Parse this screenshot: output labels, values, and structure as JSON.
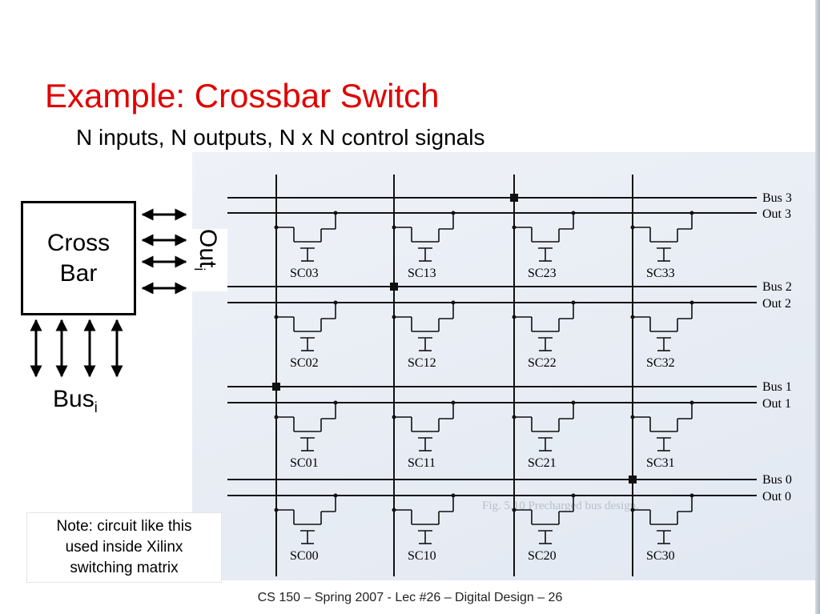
{
  "slide": {
    "title": "Example: Crossbar Switch",
    "subtitle": "N inputs, N outputs, N x N control signals",
    "box_line1": "Cross",
    "box_line2": "Bar",
    "out_label": "Out",
    "out_sub": "i",
    "bus_label": "Bus",
    "bus_sub": "i",
    "note_line1": "Note: circuit like this",
    "note_line2": "used inside Xilinx",
    "note_line3": "switching matrix",
    "footer": "CS 150 – Spring 2007 - Lec #26 – Digital Design  – 26"
  },
  "figure": {
    "line_color": "#111111",
    "bus_labels": [
      "Bus 3",
      "Bus 2",
      "Bus 1",
      "Bus 0"
    ],
    "out_labels": [
      "Out 3",
      "Out 2",
      "Out 1",
      "Out 0"
    ],
    "cells": [
      [
        "SC03",
        "SC13",
        "SC23",
        "SC33"
      ],
      [
        "SC02",
        "SC12",
        "SC22",
        "SC32"
      ],
      [
        "SC01",
        "SC11",
        "SC21",
        "SC31"
      ],
      [
        "SC00",
        "SC10",
        "SC20",
        "SC30"
      ]
    ],
    "connections": [
      {
        "row": 0,
        "col": 2
      },
      {
        "row": 1,
        "col": 1
      },
      {
        "row": 2,
        "col": 0
      },
      {
        "row": 3,
        "col": 3
      }
    ],
    "faded_caption": "Fig. 5.10 Precharged bus design."
  }
}
